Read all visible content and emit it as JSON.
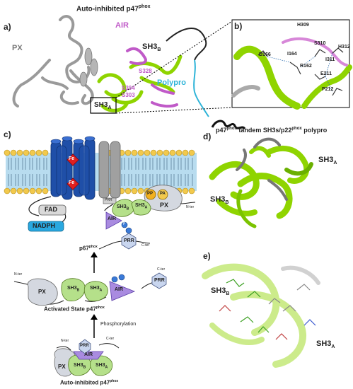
{
  "panel_a": {
    "letter": "a)",
    "title": "Auto-inhibited p47",
    "title_sup": "phox",
    "labels": {
      "px": "PX",
      "air": "AIR",
      "sh3b": "SH3",
      "sh3b_sub": "B",
      "sh3a": "SH3",
      "sh3a_sub": "A",
      "polypro": "Polypro",
      "s328": "S328",
      "s304": "S304",
      "s303": "S303"
    }
  },
  "panel_b": {
    "letter": "b)",
    "residues": {
      "h309": "H309",
      "s310": "S310",
      "i311": "I311",
      "h312": "H312",
      "d166": "D166",
      "i164": "I164",
      "r162": "R162",
      "e211": "E211",
      "p212": "P212"
    }
  },
  "panel_c": {
    "letter": "c)",
    "fe1": "Fe",
    "fe2": "Fe",
    "fad": "FAD",
    "nadph": "NADPH",
    "prr": "PRR",
    "pp": "PP",
    "pa": "PA",
    "px": "PX",
    "nter": "N-ter",
    "cter": "C-ter",
    "sh3b": "SH3",
    "sh3b_sub": "B",
    "sh3a": "SH3",
    "sh3a_sub": "A",
    "air": "AIR",
    "p": "P",
    "p67": "p67",
    "p67_sup": "phox",
    "activated_px": "PX",
    "activated_sh3b": "SH3",
    "activated_sh3a": "SH3",
    "activated_air": "AIR",
    "activated_prr": "PRR",
    "activated_title": "Activated State p47",
    "activated_title_sup": "phox",
    "phosphorylation": "Phosphorylation",
    "auto_nter": "N-ter",
    "auto_cter": "C-ter",
    "auto_prr": "PRR",
    "auto_air": "AIR",
    "auto_px": "PX",
    "auto_sh3b": "SH3",
    "auto_sh3a": "SH3",
    "auto_title": "Auto-inhibited p47",
    "auto_title_sup": "phox"
  },
  "panel_d": {
    "letter": "d)",
    "title_a": "p47",
    "title_sup1": "phox",
    "title_b": " tandem SH3s/p22",
    "title_sup2": "phox",
    "title_c": " polypro",
    "sh3a": "SH3",
    "sh3a_sub": "A",
    "sh3b": "SH3",
    "sh3b_sub": "B"
  },
  "panel_e": {
    "letter": "e)",
    "sh3b": "SH3",
    "sh3b_sub": "B",
    "sh3a": "SH3",
    "sh3a_sub": "A"
  },
  "colors": {
    "gray_ribbon": "#9a9a9a",
    "green_ribbon": "#8fd400",
    "magenta": "#c05ac8",
    "cyan": "#2fb4d8",
    "blue_cyl": "#1f4fa8",
    "membrane": "#b8dcef",
    "lipid_head": "#f2c94c",
    "red_fe": "#e02020",
    "sh3_green": "#b5e08a",
    "air_purple": "#a98be0",
    "px_gray": "#d4d8e0",
    "nadph_blue": "#29a8e0"
  }
}
